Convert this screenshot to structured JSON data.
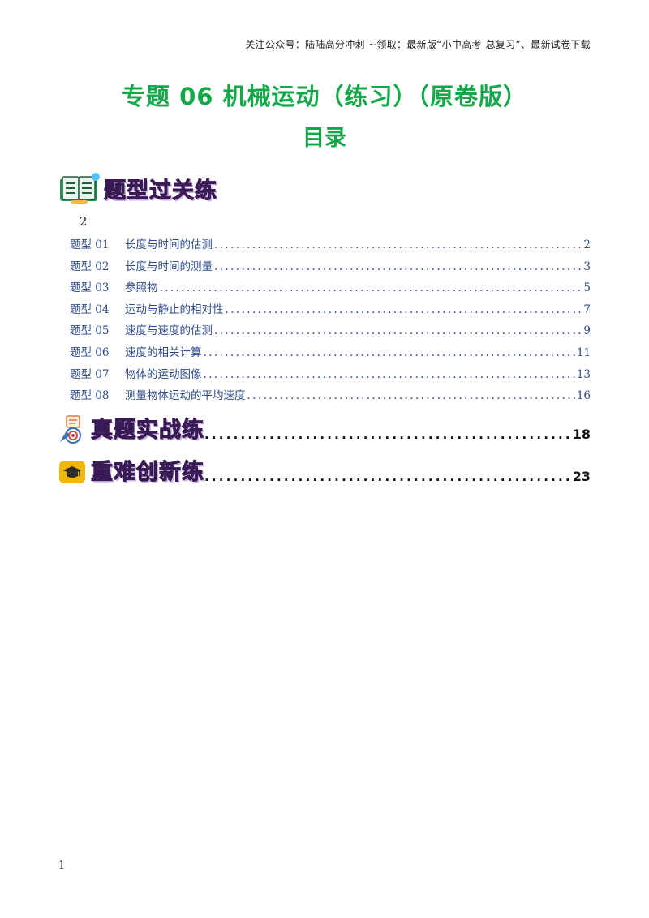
{
  "header_note": "关注公众号：陆陆高分冲刺 ~领取：最新版“小中高考-总复习”、最新试卷下载",
  "title": "专题 06   机械运动（练习）（原卷版）",
  "toc_title": "目录",
  "section1": {
    "label": "题型过关练",
    "page": "2",
    "icon": "book-icon"
  },
  "toc_items": [
    {
      "code": "题型 01",
      "text": "长度与时间的估测",
      "page": "2"
    },
    {
      "code": "题型 02",
      "text": "长度与时间的测量",
      "page": "3"
    },
    {
      "code": "题型 03",
      "text": "参照物",
      "page": "5"
    },
    {
      "code": "题型 04",
      "text": "运动与静止的相对性",
      "page": "7"
    },
    {
      "code": "题型 05",
      "text": "速度与速度的估测",
      "page": "9"
    },
    {
      "code": "题型 06",
      "text": "速度的相关计算",
      "page": "11"
    },
    {
      "code": "题型 07",
      "text": "物体的运动图像",
      "page": "13"
    },
    {
      "code": "题型 08",
      "text": "测量物体运动的平均速度",
      "page": "16"
    }
  ],
  "section2": {
    "label": "真题实战练",
    "page": "18",
    "icon": "target-icon"
  },
  "section3": {
    "label": "重难创新练",
    "page": "23",
    "icon": "graduation-cap-icon"
  },
  "footer_page": "1",
  "colors": {
    "title_green": "#14a84a",
    "toc_blue": "#2d4a8a",
    "label_purple": "#6a2a7a"
  }
}
